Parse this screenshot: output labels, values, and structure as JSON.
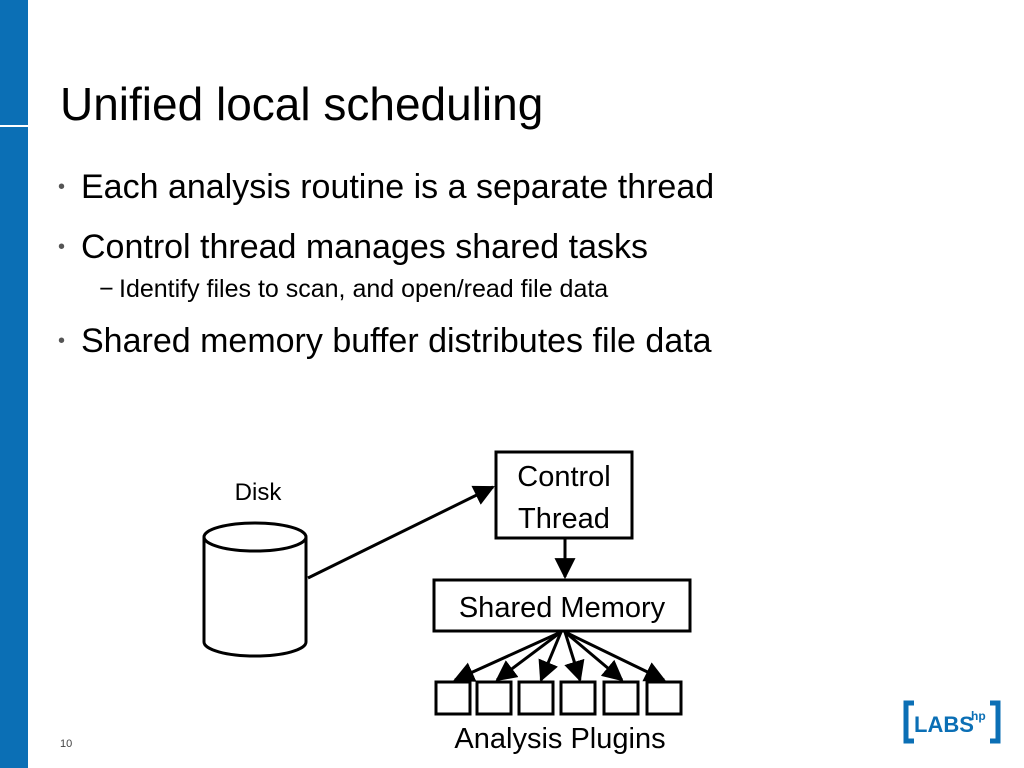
{
  "slide": {
    "title": "Unified local scheduling",
    "bullets": [
      "Each analysis routine is a separate thread",
      "Control thread manages shared tasks",
      "Identify files to scan, and open/read file data",
      "Shared memory buffer distributes file data"
    ],
    "bullet_marker": "•",
    "sub_marker": "−",
    "page_number": "10"
  },
  "diagram": {
    "disk_label": "Disk",
    "control_line1": "Control",
    "control_line2": "Thread",
    "shared_memory": "Shared Memory",
    "plugins_label": "Analysis Plugins"
  },
  "logo": {
    "text": "LABS",
    "superscript": "hp",
    "color": "#0b6fb5"
  },
  "colors": {
    "accent": "#0b6fb5"
  }
}
